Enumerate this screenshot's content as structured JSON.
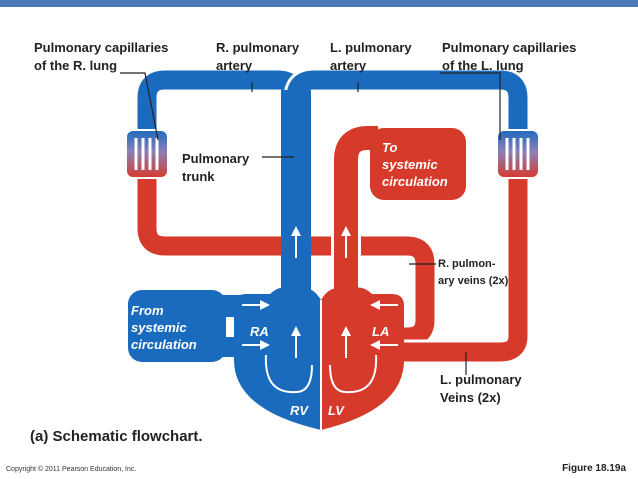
{
  "labels": {
    "pulm_cap_r": [
      "Pulmonary capillaries",
      "of the R. lung"
    ],
    "r_pulm_artery": [
      "R. pulmonary",
      "artery"
    ],
    "l_pulm_artery": [
      "L. pulmonary",
      "artery"
    ],
    "pulm_cap_l": [
      "Pulmonary capillaries",
      "of the L. lung"
    ],
    "pulm_trunk": [
      "Pulmonary",
      "trunk"
    ],
    "to_systemic": [
      "To",
      "systemic",
      "circulation"
    ],
    "r_pulm_veins": [
      "R. pulmon-",
      "ary veins (2x)"
    ],
    "from_systemic": [
      "From",
      "systemic",
      "circulation"
    ],
    "l_pulm_veins": [
      "L. pulmonary",
      "Veins (2x)"
    ]
  },
  "chambers": {
    "ra": "RA",
    "la": "LA",
    "rv": "RV",
    "lv": "LV"
  },
  "caption": "(a) Schematic flowchart.",
  "copyright": "Copyright © 2011 Pearson Education, Inc.",
  "figure_number": "Figure 18.19a",
  "colors": {
    "deoxygenated": "#1a6bbd",
    "oxygenated": "#d63a2a",
    "header_bar": "#4a7ab5",
    "vessel_outline": "#ffffff"
  }
}
